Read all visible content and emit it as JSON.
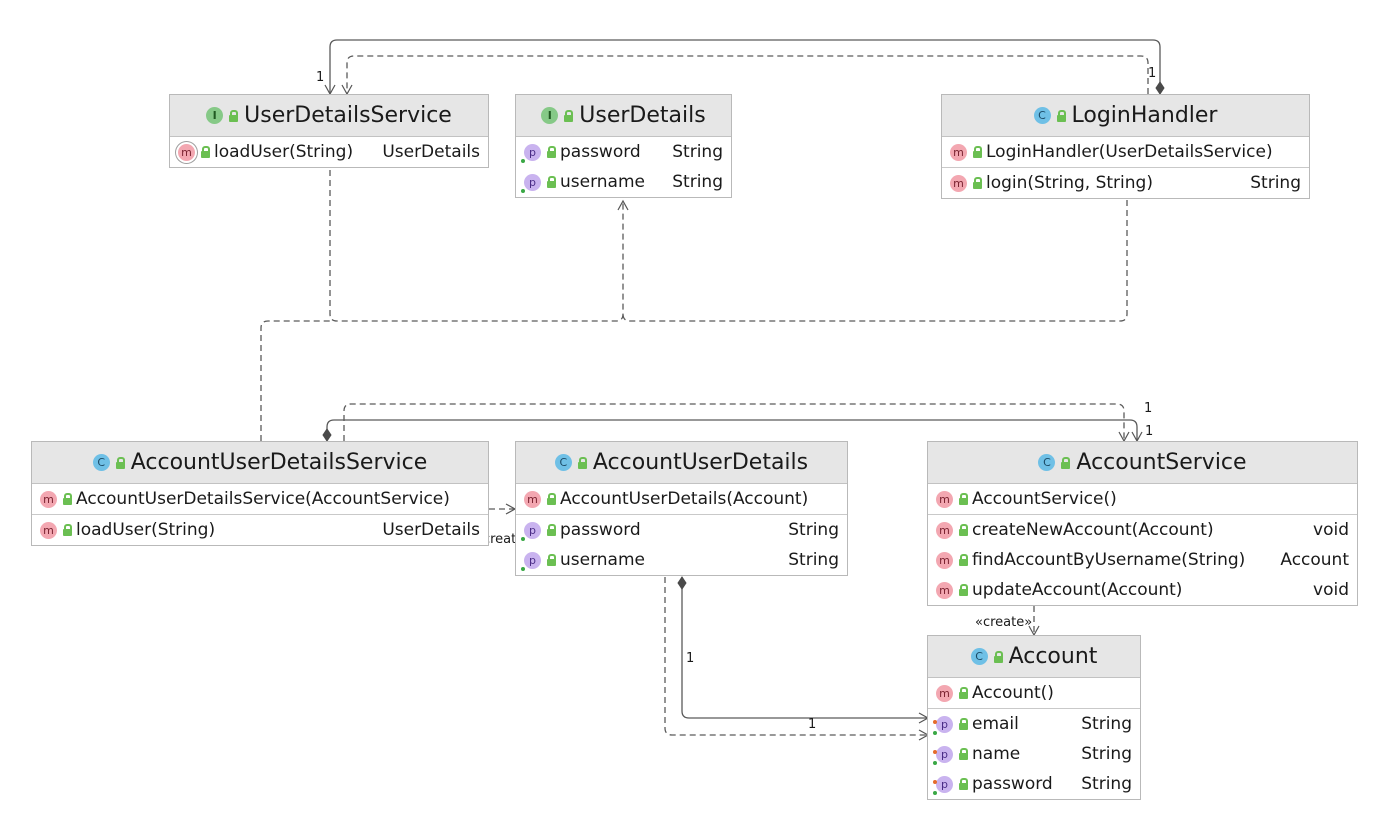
{
  "classes": {
    "user_details_service": {
      "kind_icon": "interface-badge-icon",
      "kind_letter": "I",
      "name": "UserDetailsService",
      "sections": [
        [
          {
            "icon": "m",
            "ring": true,
            "name": "loadUser(String)",
            "type": "UserDetails"
          }
        ]
      ]
    },
    "user_details": {
      "kind_icon": "interface-badge-icon",
      "kind_letter": "I",
      "name": "UserDetails",
      "sections": [
        [
          {
            "icon": "p",
            "dot": "g",
            "name": "password",
            "type": "String"
          },
          {
            "icon": "p",
            "dot": "g",
            "name": "username",
            "type": "String"
          }
        ]
      ]
    },
    "login_handler": {
      "kind_icon": "class-badge-icon",
      "kind_letter": "C",
      "name": "LoginHandler",
      "sections": [
        [
          {
            "icon": "m",
            "name": "LoginHandler(UserDetailsService)",
            "type": ""
          }
        ],
        [
          {
            "icon": "m",
            "name": "login(String, String)",
            "type": "String"
          }
        ]
      ]
    },
    "account_user_details_service": {
      "kind_icon": "class-badge-icon",
      "kind_letter": "C",
      "name": "AccountUserDetailsService",
      "sections": [
        [
          {
            "icon": "m",
            "name": "AccountUserDetailsService(AccountService)",
            "type": ""
          }
        ],
        [
          {
            "icon": "m",
            "name": "loadUser(String)",
            "type": "UserDetails"
          }
        ]
      ]
    },
    "account_user_details": {
      "kind_icon": "class-badge-icon",
      "kind_letter": "C",
      "name": "AccountUserDetails",
      "sections": [
        [
          {
            "icon": "m",
            "name": "AccountUserDetails(Account)",
            "type": ""
          }
        ],
        [
          {
            "icon": "p",
            "dot": "g",
            "name": "password",
            "type": "String"
          },
          {
            "icon": "p",
            "dot": "g",
            "name": "username",
            "type": "String"
          }
        ]
      ]
    },
    "account_service": {
      "kind_icon": "class-badge-icon",
      "kind_letter": "C",
      "name": "AccountService",
      "sections": [
        [
          {
            "icon": "m",
            "name": "AccountService()",
            "type": ""
          }
        ],
        [
          {
            "icon": "m",
            "name": "createNewAccount(Account)",
            "type": "void"
          },
          {
            "icon": "m",
            "name": "findAccountByUsername(String)",
            "type": "Account"
          },
          {
            "icon": "m",
            "name": "updateAccount(Account)",
            "type": "void"
          }
        ]
      ]
    },
    "account": {
      "kind_icon": "class-badge-icon",
      "kind_letter": "C",
      "name": "Account",
      "sections": [
        [
          {
            "icon": "m",
            "name": "Account()",
            "type": ""
          }
        ],
        [
          {
            "icon": "p",
            "dot": "og",
            "name": "email",
            "type": "String"
          },
          {
            "icon": "p",
            "dot": "og",
            "name": "name",
            "type": "String"
          },
          {
            "icon": "p",
            "dot": "og",
            "name": "password",
            "type": "String"
          }
        ]
      ]
    }
  },
  "edge_labels": {
    "login_to_uds_source": "1",
    "login_to_uds_target": "1",
    "auds_to_accsvc_a": "1",
    "auds_to_accsvc_b": "1",
    "auds_create": "«create»",
    "accsvc_create": "«create»",
    "aud_to_account_source": "1",
    "aud_to_account_target": "1"
  }
}
